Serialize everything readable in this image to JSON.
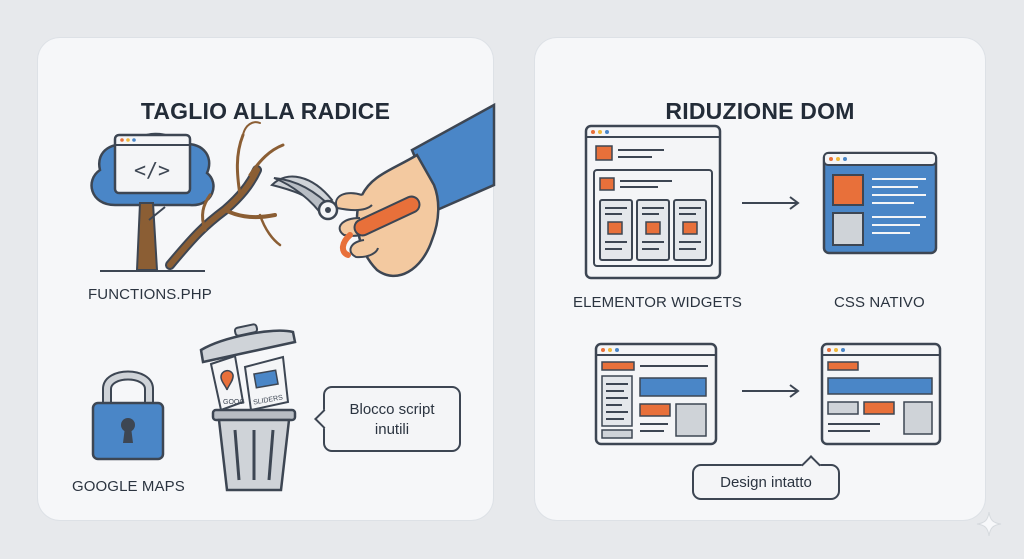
{
  "left_panel": {
    "title": "TAGLIO ALLA RADICE",
    "functions_label": "FUNCTIONS.PHP",
    "code_symbol": "</>",
    "google_maps_label": "GOOGLE MAPS",
    "bubble_text": "Blocco script inutili",
    "trash_card_sliders": "SLIDERS",
    "trash_card_google": "GOOG"
  },
  "right_panel": {
    "title": "RIDUZIONE DOM",
    "elementor_label": "ELEMENTOR WIDGETS",
    "css_label": "CSS NATIVO",
    "bubble_text": "Design intatto"
  },
  "colors": {
    "blue": "#4a86c7",
    "orange": "#e8703a",
    "gray": "#cfd3d8",
    "outline": "#3d4653",
    "brown": "#8b5e34",
    "skin": "#f3c9a0"
  }
}
